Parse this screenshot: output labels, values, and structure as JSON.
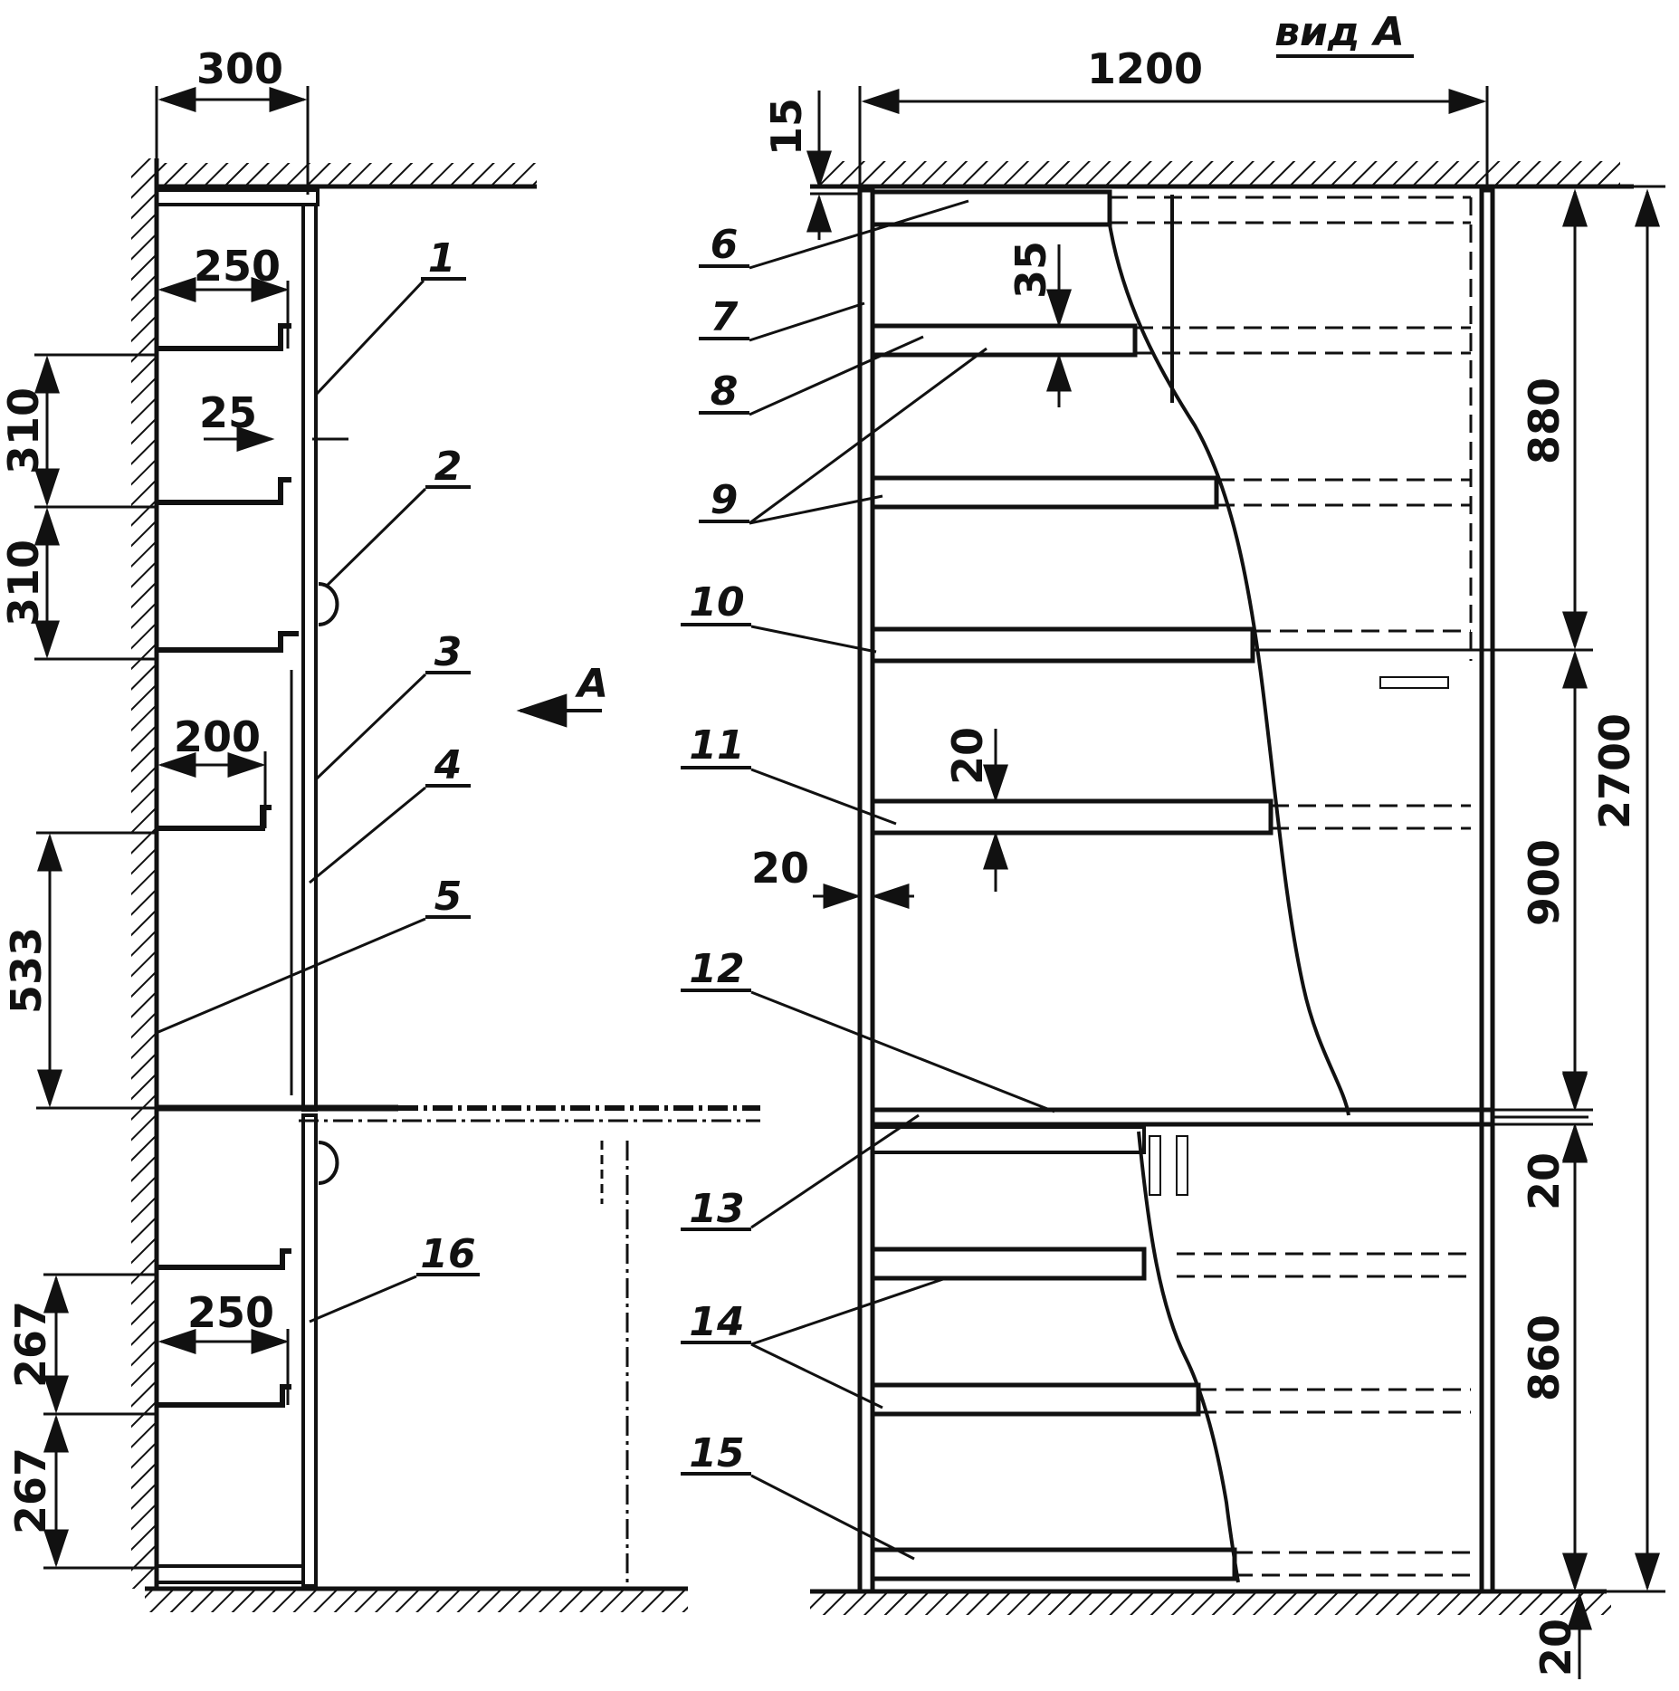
{
  "view_label": "вид А",
  "arrow_label": "А",
  "side_view": {
    "dim_width": "300",
    "dim_shelf_top": "250",
    "dim_shelf_gap_1": "310",
    "dim_shelf_gap_2": "310",
    "dim_stud": "25",
    "dim_shelf_mid": "200",
    "dim_gap_mid": "533",
    "dim_shelf_low": "250",
    "dim_gap_low_1": "267",
    "dim_gap_low_2": "267"
  },
  "front_view": {
    "dim_width": "1200",
    "dim_top_plate": "15",
    "dim_shelf_thick": "35",
    "dim_sub_thick": "20",
    "dim_side_thick": "20",
    "dim_upper": "880",
    "dim_middle": "900",
    "dim_total": "2700",
    "dim_table_thick": "20",
    "dim_lower": "860",
    "dim_bottom": "20"
  },
  "callouts": [
    "1",
    "2",
    "3",
    "4",
    "5",
    "6",
    "7",
    "8",
    "9",
    "10",
    "11",
    "12",
    "13",
    "14",
    "15",
    "16"
  ],
  "colors": {
    "ink": "#111111",
    "paper": "#ffffff"
  }
}
